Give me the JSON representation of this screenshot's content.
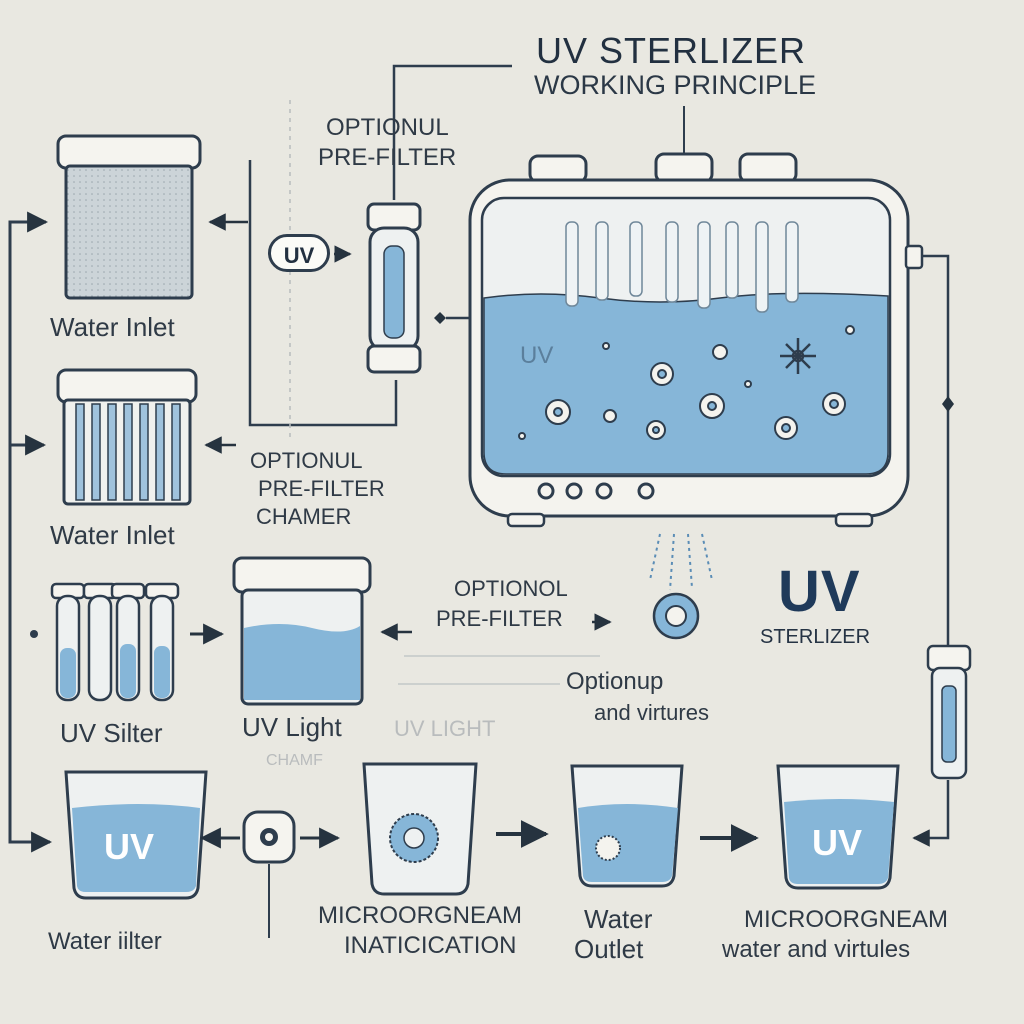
{
  "title": {
    "line1": "UV STERLIZER",
    "line2": "WORKING PRINCIPLE"
  },
  "labels": {
    "optional_prefilter_top": [
      "OPTIONUL",
      "PRE-FILTER"
    ],
    "uv_pill": "UV",
    "water_inlet_1": "Water Inlet",
    "water_inlet_2": "Water Inlet",
    "optional_prefilter_chamber": [
      "OPTIONUL",
      "PRE-FILTER",
      "CHAMER"
    ],
    "optional_prefilter_mid": [
      "OPTIONOL",
      "PRE-FILTER"
    ],
    "optional_virtues": [
      "Optionup",
      "and virtures"
    ],
    "uv_silter": "UV Silter",
    "uv_light": "UV Light",
    "uv_light_faint": "UV LIGHT",
    "chamber_faint": "CHAMF",
    "uv_big": "UV",
    "uv_big_sub": "STERLIZER",
    "tank_uv": "UV",
    "cup1_uv": "UV",
    "cup4_uv": "UV",
    "water_filter": "Water iilter",
    "micro_inactivation": [
      "MICROORGNEAM",
      "INATICICATION"
    ],
    "water_outlet": [
      "Water",
      "Outlet"
    ],
    "micro_water": [
      "MICROORGNEAM",
      "water and virtules"
    ]
  },
  "colors": {
    "background": "#e9e8e1",
    "water": "#86b6d8",
    "outline": "#2e3d4d",
    "device_body": "#f4f3ee"
  }
}
